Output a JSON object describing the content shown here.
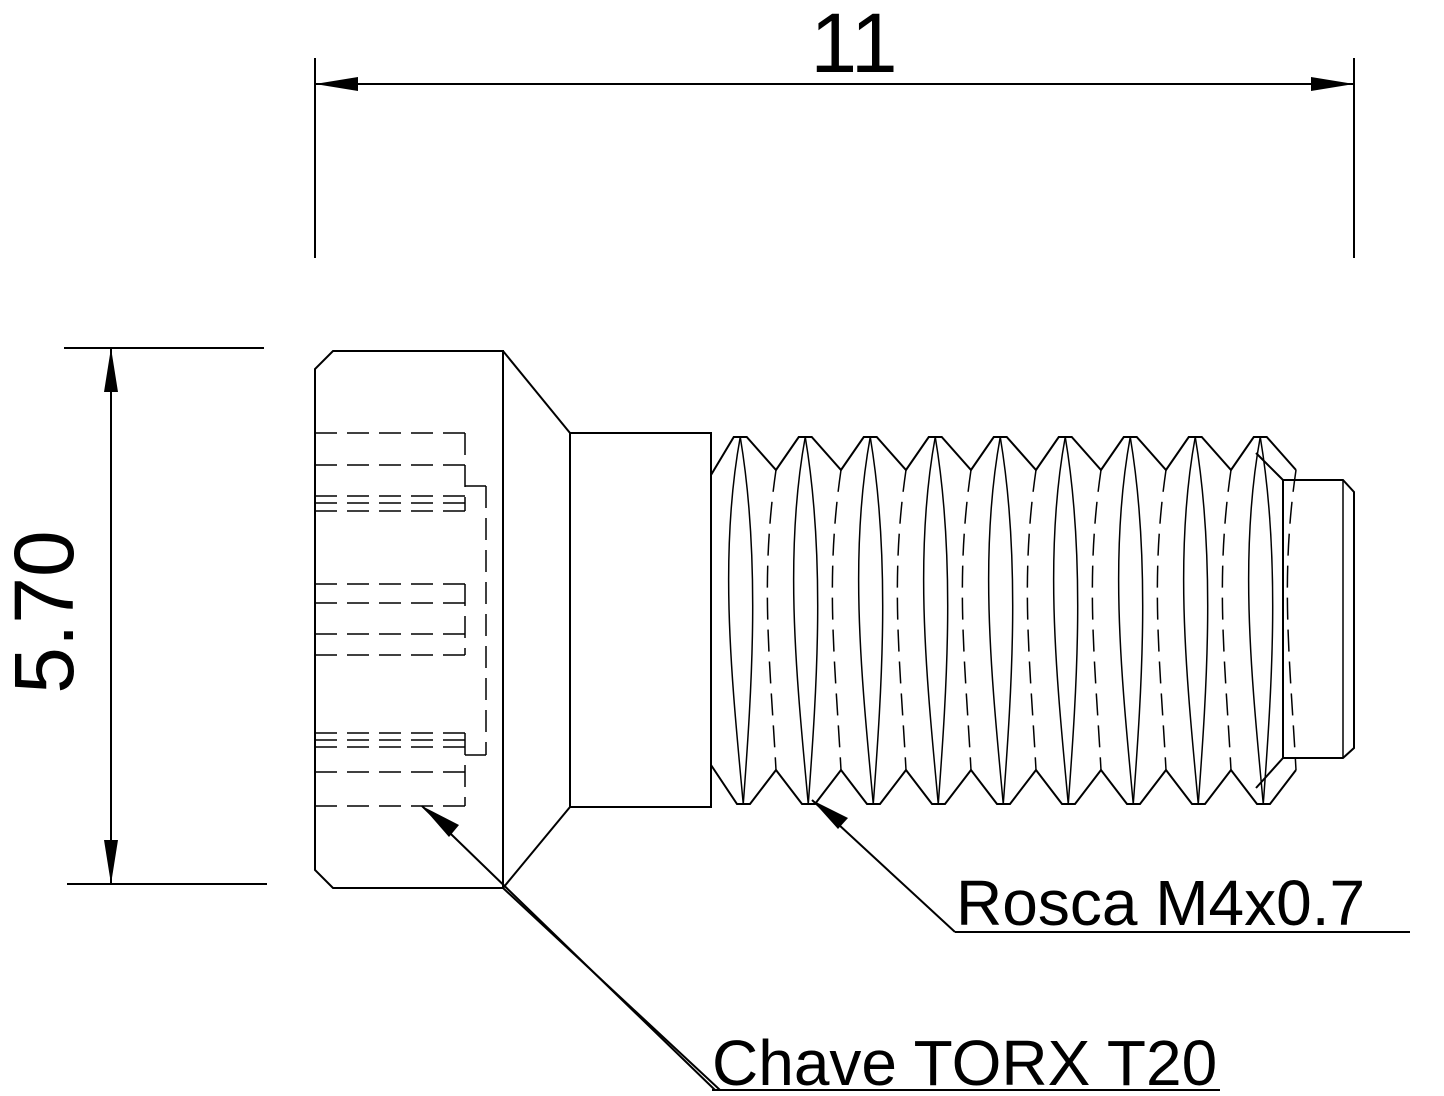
{
  "dimensions": {
    "length": "11",
    "head_diameter": "5.70"
  },
  "callouts": {
    "thread": "Rosca  M4x0.7",
    "drive": "Chave TORX T20"
  }
}
